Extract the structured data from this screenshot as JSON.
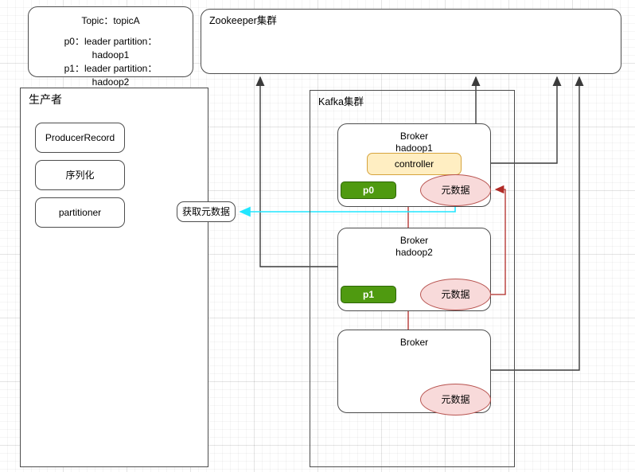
{
  "diagram": {
    "title_note": "Kafka producer / cluster / zookeeper architecture",
    "topic_box": {
      "line1": "Topic：topicA",
      "line2": "p0：leader partition：",
      "line3": "hadoop1",
      "line4": "p1：leader partition：",
      "line5": "hadoop2"
    },
    "zookeeper": {
      "label": "Zookeeper集群"
    },
    "producer": {
      "label": "生产者",
      "steps": [
        {
          "label": "ProducerRecord"
        },
        {
          "label": "序列化"
        },
        {
          "label": "partitioner"
        }
      ]
    },
    "fetch_metadata": {
      "label": "获取元数据"
    },
    "kafka": {
      "label": "Kafka集群",
      "brokers": [
        {
          "title_line1": "Broker",
          "title_line2": "hadoop1",
          "controller": "controller",
          "partition": "p0",
          "metadata": "元数据"
        },
        {
          "title_line1": "Broker",
          "title_line2": "hadoop2",
          "controller": "",
          "partition": "p1",
          "metadata": "元数据"
        },
        {
          "title_line1": "Broker",
          "title_line2": "",
          "controller": "",
          "partition": "",
          "metadata": "元数据"
        }
      ]
    },
    "colors": {
      "partition_green": "#4f9a10",
      "controller_cream": "#ffeec2",
      "controller_border": "#d6a33c",
      "metadata_pink": "#f8dada",
      "metadata_border": "#b85450",
      "wire_black": "#3b3b3b",
      "wire_red": "#b85450",
      "wire_cyan": "#21e6ff",
      "node_border": "#4d4d4d"
    }
  }
}
